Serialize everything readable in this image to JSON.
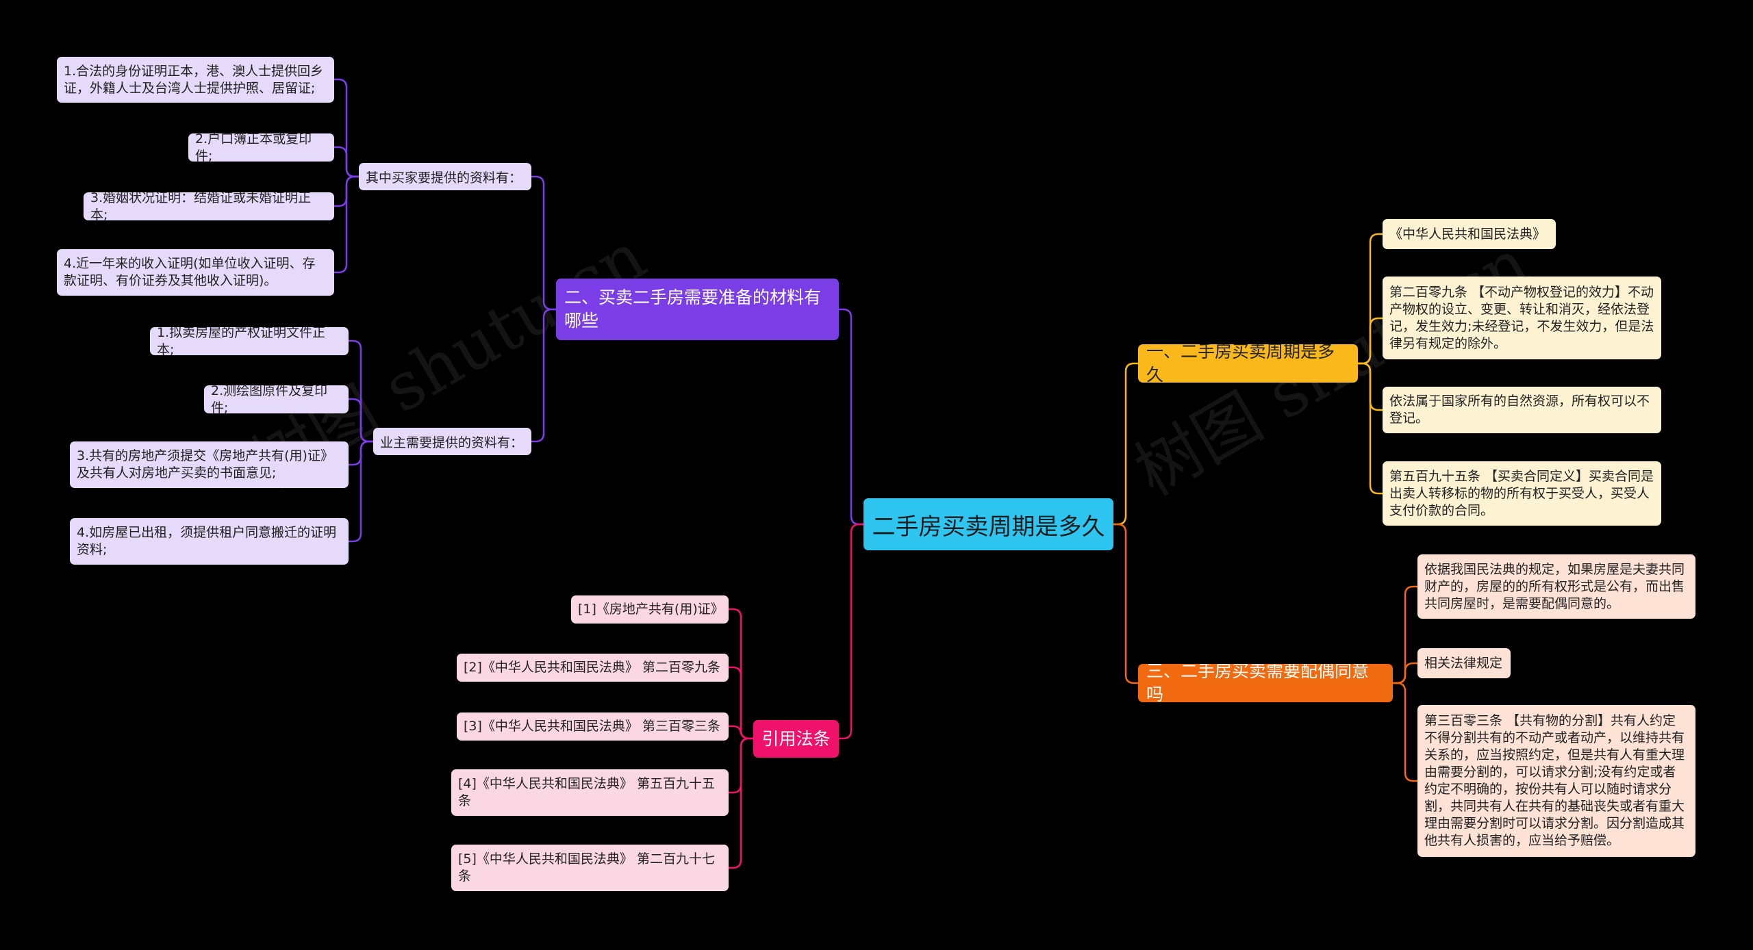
{
  "root": {
    "title": "二手房买卖周期是多久"
  },
  "colors": {
    "root": "#2ec5f0",
    "branch_purple": "#7b3ee6",
    "branch_pink": "#f0126a",
    "branch_yellow": "#fbb81b",
    "branch_orange": "#f26a0f"
  },
  "materials": {
    "title": "二、买卖二手房需要准备的材料有哪些",
    "buyer": {
      "label": "其中买家要提供的资料有：",
      "items": [
        "1.合法的身份证明正本，港、澳人士提供回乡证，外籍人士及台湾人士提供护照、居留证;",
        "2.户口簿正本或复印件;",
        "3.婚姻状况证明：结婚证或未婚证明正本;",
        "4.近一年来的收入证明(如单位收入证明、存款证明、有价证券及其他收入证明)。"
      ]
    },
    "seller": {
      "label": "业主需要提供的资料有：",
      "items": [
        "1.拟卖房屋的产权证明文件正本;",
        "2.测绘图原件及复印件;",
        "3.共有的房地产须提交《房地产共有(用)证》及共有人对房地产买卖的书面意见;",
        "4.如房屋已出租，须提供租户同意搬迁的证明资料;"
      ]
    }
  },
  "citations": {
    "title": "引用法条",
    "items": [
      "[1]《房地产共有(用)证》",
      "[2]《中华人民共和国民法典》 第二百零九条",
      "[3]《中华人民共和国民法典》 第三百零三条",
      "[4]《中华人民共和国民法典》 第五百九十五条",
      "[5]《中华人民共和国民法典》 第二百九十七条"
    ]
  },
  "cycle": {
    "title": "一、二手房买卖周期是多久",
    "items": [
      "《中华人民共和国民法典》",
      "第二百零九条 【不动产物权登记的效力】不动产物权的设立、变更、转让和消灭，经依法登记，发生效力;未经登记，不发生效力，但是法律另有规定的除外。",
      "依法属于国家所有的自然资源，所有权可以不登记。",
      "第五百九十五条 【买卖合同定义】买卖合同是出卖人转移标的物的所有权于买受人，买受人支付价款的合同。"
    ]
  },
  "spouse": {
    "title": "三、二手房买卖需要配偶同意吗",
    "items": [
      "依据我国民法典的规定，如果房屋是夫妻共同财产的，房屋的的所有权形式是公有，而出售共同房屋时，是需要配偶同意的。",
      "相关法律规定",
      "第三百零三条 【共有物的分割】共有人约定不得分割共有的不动产或者动产，以维持共有关系的，应当按照约定，但是共有人有重大理由需要分割的，可以请求分割;没有约定或者约定不明确的，按份共有人可以随时请求分割，共同共有人在共有的基础丧失或者有重大理由需要分割时可以请求分割。因分割造成其他共有人损害的，应当给予赔偿。"
    ]
  }
}
